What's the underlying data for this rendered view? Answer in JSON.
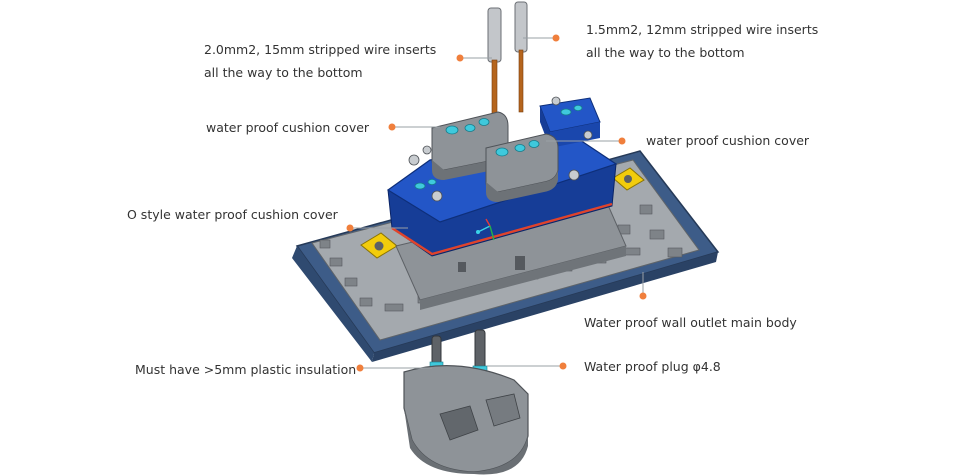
{
  "diagram": {
    "accent_color": "#f07f3c",
    "labels": {
      "wire_2mm_line1": "2.0mm2, 15mm stripped wire inserts",
      "wire_2mm_line2": "all the way to the bottom",
      "wire_1_5mm_line1": "1.5mm2, 12mm stripped wire inserts",
      "wire_1_5mm_line2": "all the way to the bottom",
      "cushion_cover_left": "water proof cushion cover",
      "cushion_cover_right": "water proof cushion cover",
      "o_style_cover": "O style water proof cushion cover",
      "main_body": "Water proof wall outlet main body",
      "plastic_insulation": "Must have >5mm plastic insulation",
      "plug": "Water proof plug φ4.8"
    }
  }
}
